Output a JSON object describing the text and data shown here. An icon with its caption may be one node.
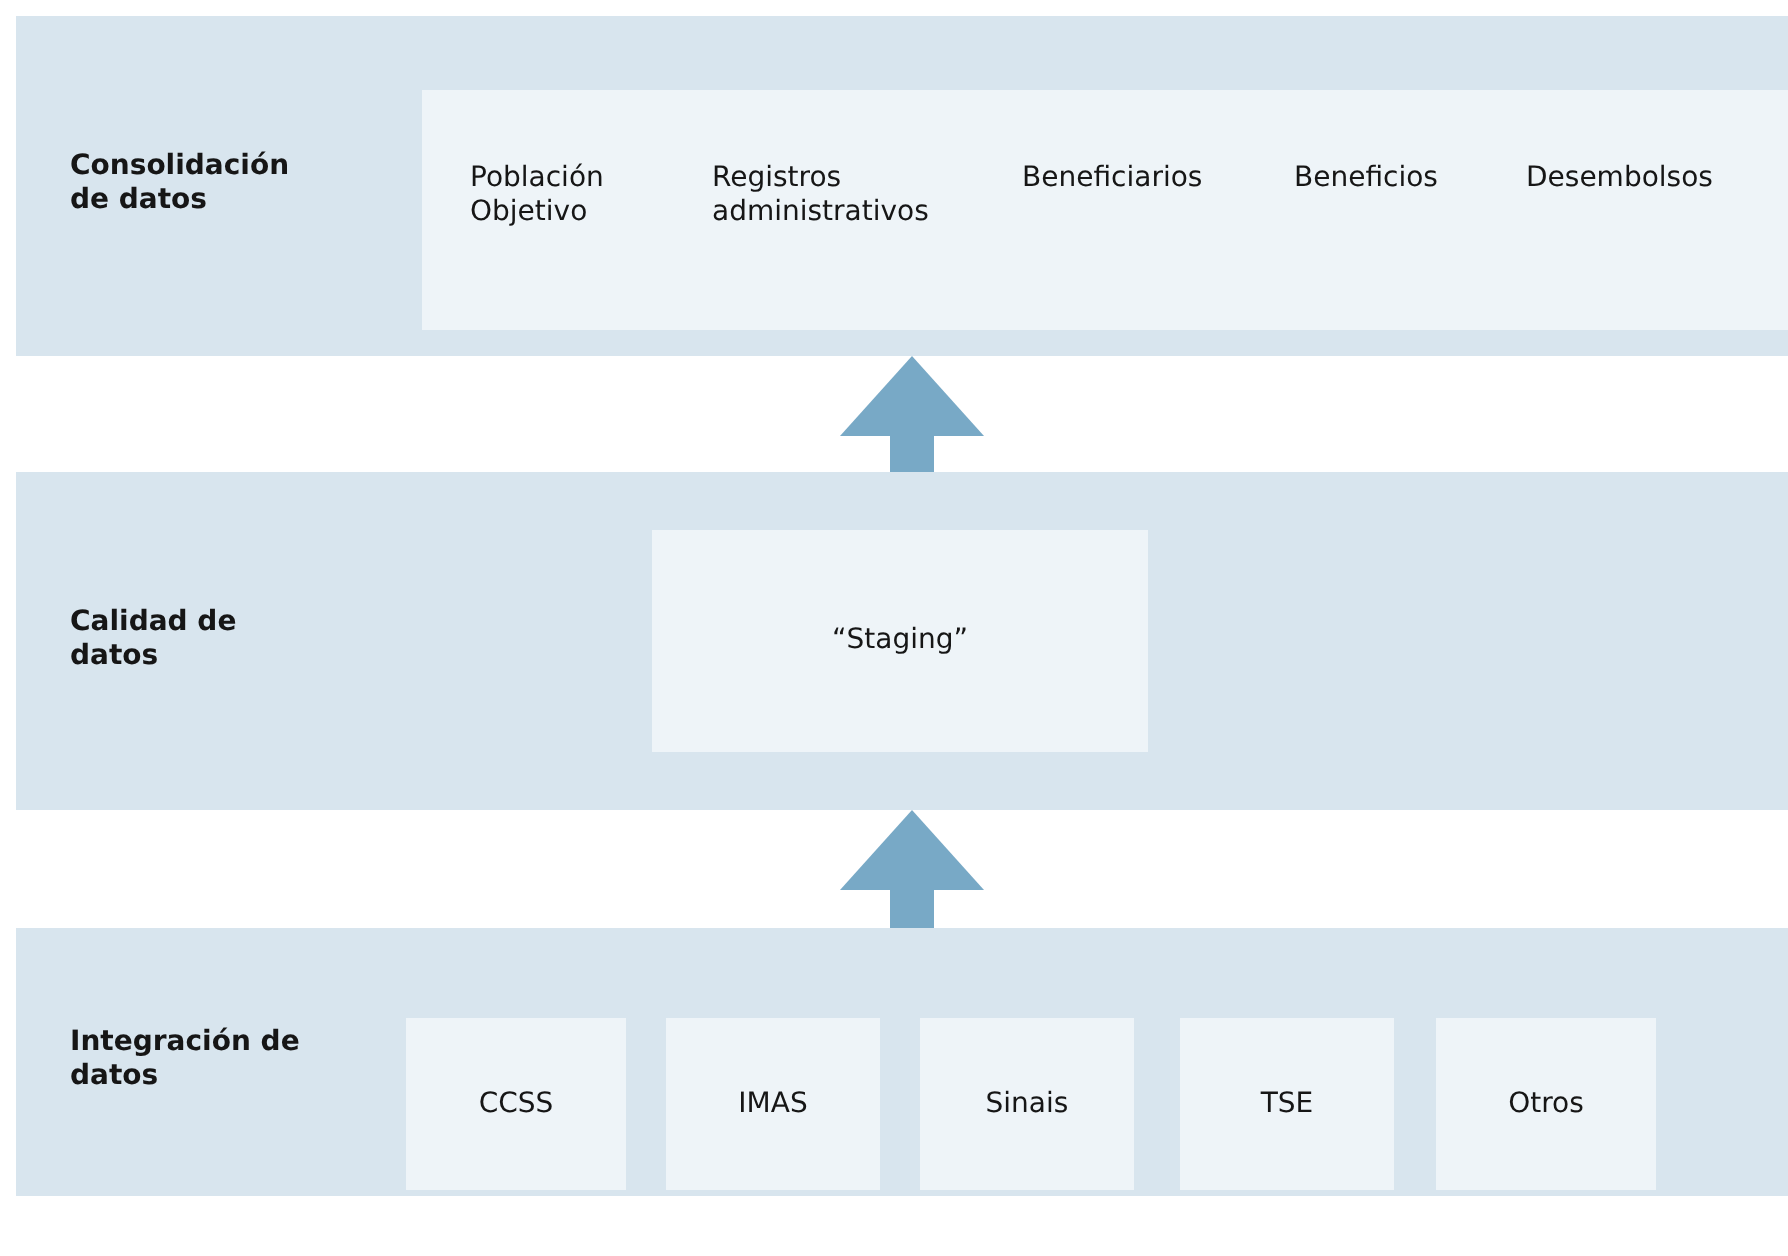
{
  "diagram": {
    "nodes": [
      {
        "text": [
          "Consolidación de datos"
        ]
      },
      {
        "text": [
          "Población Objetivo",
          "Registros administrativos",
          "Beneficiarios",
          "Beneficios",
          "Desembolsos"
        ],
        "in": 0
      },
      {
        "text": [
          "Calidad de datos"
        ]
      },
      {
        "text": [
          "“Staging”"
        ],
        "in": 2
      },
      {
        "text": [
          "Integración de datos"
        ]
      },
      {
        "text": [
          "CCSS"
        ],
        "in": 4
      },
      {
        "text": [
          "IMAS"
        ],
        "in": 4
      },
      {
        "text": [
          "Sinais"
        ],
        "in": 4
      },
      {
        "text": [
          "TSE"
        ],
        "in": 4
      },
      {
        "text": [
          "Otros"
        ],
        "in": 4
      }
    ],
    "edges": [
      {
        "from": 4,
        "to": 2,
        "arrow": "to"
      },
      {
        "from": 2,
        "to": 0,
        "arrow": "to"
      }
    ]
  }
}
